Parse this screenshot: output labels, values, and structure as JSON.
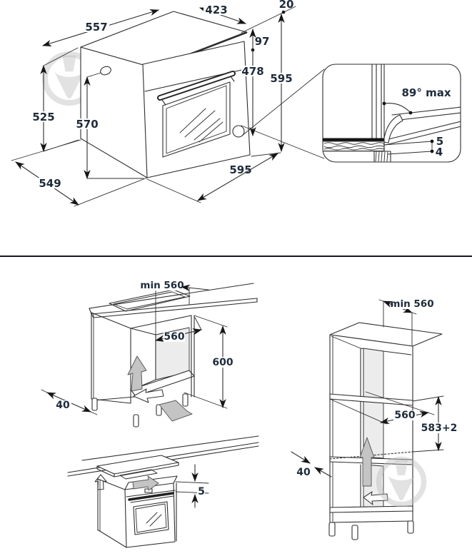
{
  "colors": {
    "label": "#1e2b3a",
    "line": "#2e2e2e",
    "arrow_gray": "#c4c4c4",
    "panel_gray": "#ececec",
    "watermark_gray": "#b9b9b9"
  },
  "top_section": {
    "oven_dimensions": {
      "top_depth": "557",
      "top_width": "423",
      "gap_top": "20",
      "panel_height": "97",
      "door_height": "478",
      "height_total": "595",
      "height_left": "525",
      "height_side": "570",
      "depth_bottom": "549",
      "width_bottom": "595"
    },
    "hinge_detail": {
      "angle": "89° max",
      "gap_upper": "5",
      "gap_lower": "4"
    }
  },
  "bottom_section": {
    "base_cabinet": {
      "min_depth": "min 560",
      "width": "560",
      "height": "600",
      "plinth_gap": "40"
    },
    "worktop_detail": {
      "clearance": "5"
    },
    "tall_cabinet": {
      "min_depth": "min 560",
      "width": "560",
      "niche_height": "583+2",
      "rear_gap": "40"
    }
  }
}
